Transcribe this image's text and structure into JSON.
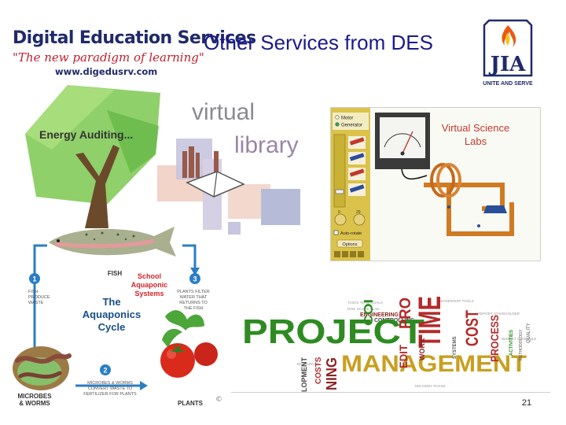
{
  "slide": {
    "title": "Other Services from DES",
    "page_number": "21"
  },
  "des_logo": {
    "name_prefix": "Digital ",
    "name_emphasis": "Education",
    "name_suffix": " Services",
    "tagline": "\"The new paradigm of learning\"",
    "url": "www.digedusrv.com"
  },
  "jia_logo": {
    "letters": "JIA",
    "motto": "UNITE AND SERVE"
  },
  "energy": {
    "label": "Energy Auditing..."
  },
  "library": {
    "word1": "virtual",
    "word2": "library"
  },
  "science_labs": {
    "title_line1": "Virtual Science",
    "title_line2": "Labs",
    "options": [
      "Motor",
      "Generator"
    ],
    "auto_rotate": "Auto-rotate",
    "options_button": "Options",
    "dial_left": "0",
    "dial_right": "20"
  },
  "aquaponics": {
    "title_line1": "The",
    "title_line2": "Aquaponics",
    "title_line3": "Cycle",
    "school_line1": "School",
    "school_line2": "Aquaponic",
    "school_line3": "Systems",
    "fish": "FISH",
    "plants": "PLANTS",
    "microbes_line1": "MICROBES",
    "microbes_line2": "& WORMS",
    "step1": "1",
    "step2": "2",
    "step3": "3",
    "fish_note_line1": "FISH",
    "fish_note_line2": "PRODUCE",
    "fish_note_line3": "WASTE",
    "plants_note_line1": "PLANTS FILTER",
    "plants_note_line2": "WATER THAT",
    "plants_note_line3": "RETURNS TO",
    "plants_note_line4": "THE FISH",
    "microbes_note_line1": "MICROBES & WORMS",
    "microbes_note_line2": "CONVERT WASTE TO",
    "microbes_note_line3": "FERTILIZER FOR PLANTS"
  },
  "project": {
    "word_project": "PROJECT",
    "word_management": "MANAGEMENT",
    "word_time": "TIME",
    "word_cost": "COST",
    "word_pro": "PRO",
    "word_coi": "COI",
    "word_edit": "EDIT",
    "word_process": "PROCESS",
    "word_ning": "NING",
    "word_costs": "COSTS",
    "word_lopment": "LOPMENT",
    "word_engineering": "ENGINEERING",
    "word_controlling": "CONTROLLING",
    "word_activities": "ACTIVITIES",
    "word_systems": "SYSTEMS",
    "word_methodology": "METHODOLOGY",
    "word_work": "WORK",
    "word_quality": "QUALITY"
  },
  "colors": {
    "title": "#1a1a8c",
    "brand_navy": "#1f2a6b",
    "brand_red": "#c3202e",
    "project_green": "#2e8b22",
    "management_gold": "#c8a021"
  }
}
